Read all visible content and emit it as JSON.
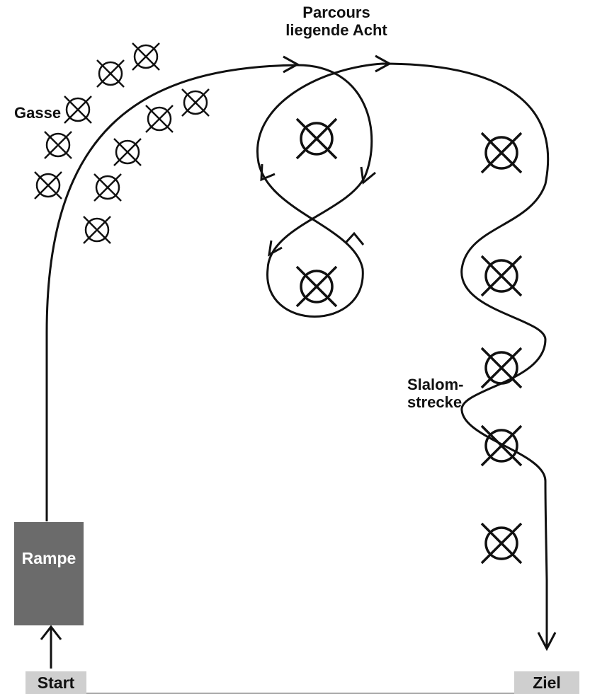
{
  "title": {
    "line1": "Parcours",
    "line2": "liegende Acht"
  },
  "labels": {
    "gasse": "Gasse",
    "slalom_line1": "Slalom-",
    "slalom_line2": "strecke",
    "rampe": "Rampe",
    "start": "Start",
    "ziel": "Ziel"
  },
  "colors": {
    "ramp": "#6b6b6b",
    "tag": "#cfcfcf",
    "line": "#111111"
  },
  "icons": {
    "cone": "circled-x-icon",
    "arrow": "arrowhead-icon"
  }
}
